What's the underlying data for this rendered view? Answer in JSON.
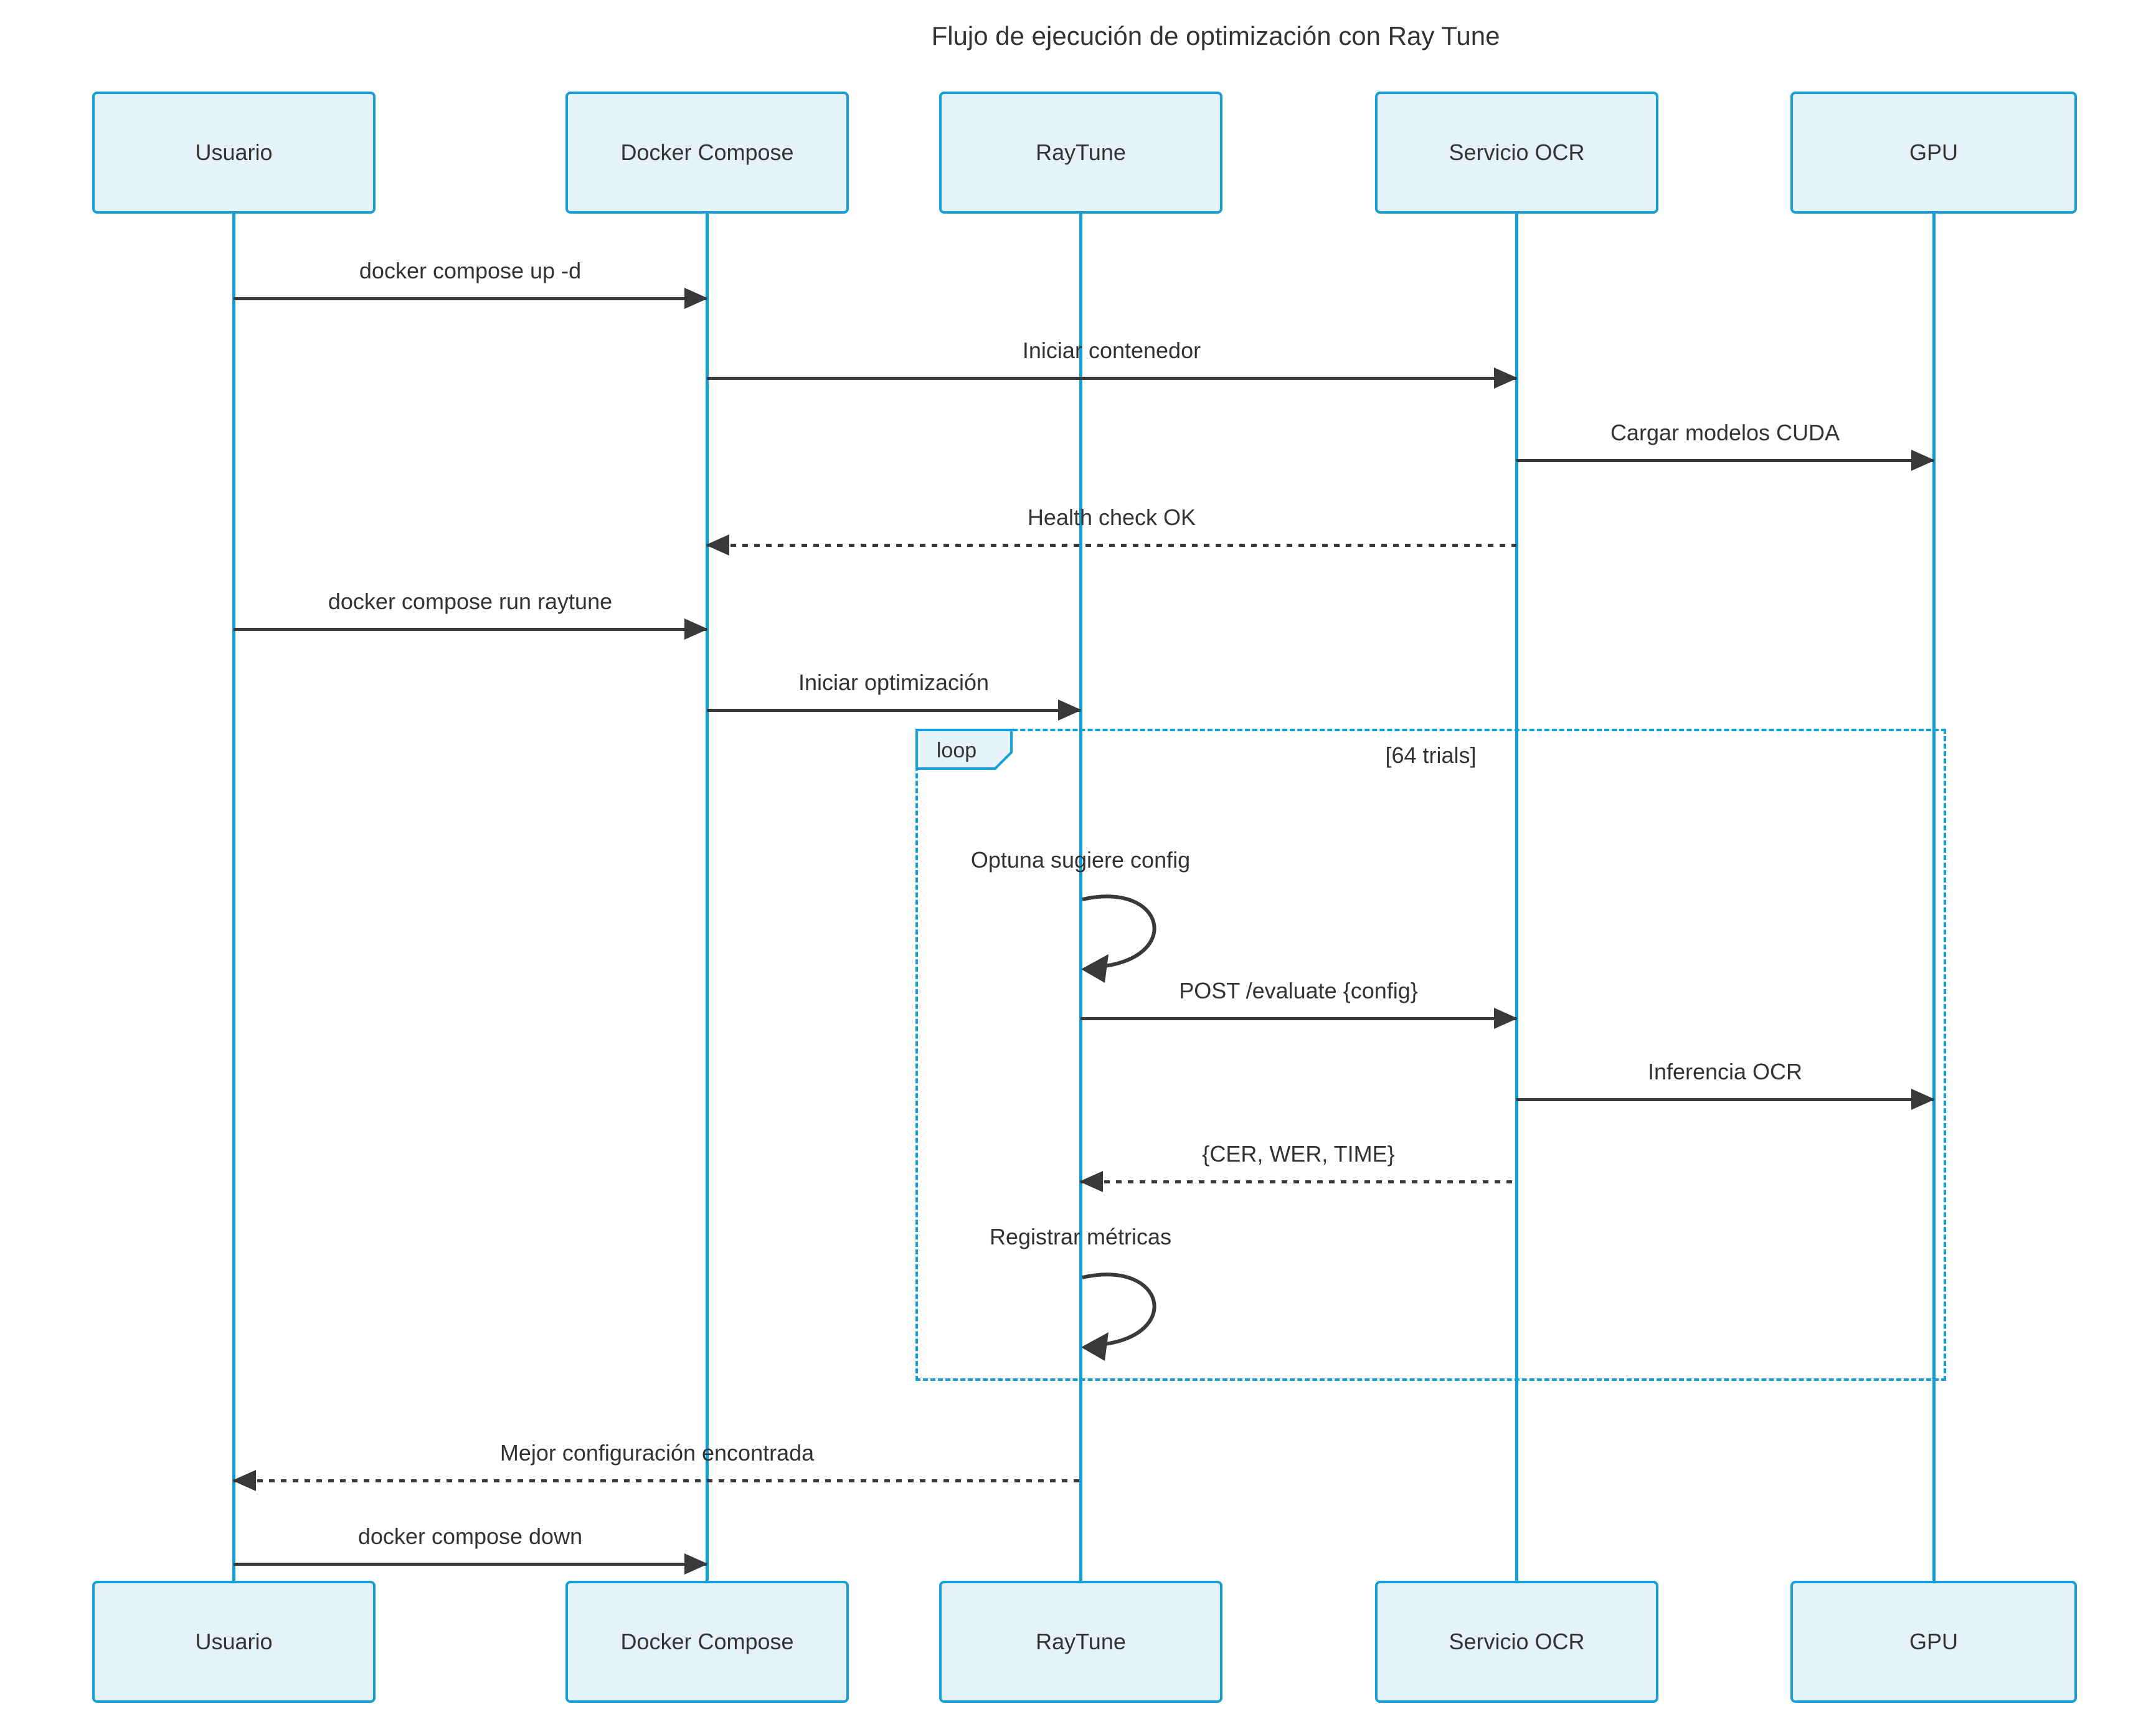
{
  "title": "Flujo de ejecución de optimización con Ray Tune",
  "diagram_type": "sequence",
  "actors": [
    {
      "id": "usuario",
      "name": "Usuario"
    },
    {
      "id": "docker-compose",
      "name": "Docker Compose"
    },
    {
      "id": "raytune",
      "name": "RayTune"
    },
    {
      "id": "servicio-ocr",
      "name": "Servicio OCR"
    },
    {
      "id": "gpu",
      "name": "GPU"
    }
  ],
  "loop": {
    "label": "loop",
    "condition": "[64 trials]"
  },
  "messages": [
    {
      "from": "Usuario",
      "to": "Docker Compose",
      "label": "docker compose up -d",
      "type": "solid"
    },
    {
      "from": "Docker Compose",
      "to": "Servicio OCR",
      "label": "Iniciar contenedor",
      "type": "solid"
    },
    {
      "from": "Servicio OCR",
      "to": "GPU",
      "label": "Cargar modelos CUDA",
      "type": "solid"
    },
    {
      "from": "Servicio OCR",
      "to": "Docker Compose",
      "label": "Health check OK",
      "type": "dashed"
    },
    {
      "from": "Usuario",
      "to": "Docker Compose",
      "label": "docker compose run raytune",
      "type": "solid"
    },
    {
      "from": "Docker Compose",
      "to": "RayTune",
      "label": "Iniciar optimización",
      "type": "solid"
    },
    {
      "from": "RayTune",
      "to": "RayTune",
      "label": "Optuna sugiere config",
      "type": "self"
    },
    {
      "from": "RayTune",
      "to": "Servicio OCR",
      "label": "POST /evaluate {config}",
      "type": "solid"
    },
    {
      "from": "Servicio OCR",
      "to": "GPU",
      "label": "Inferencia OCR",
      "type": "solid"
    },
    {
      "from": "Servicio OCR",
      "to": "RayTune",
      "label": "{CER, WER, TIME}",
      "type": "dashed"
    },
    {
      "from": "RayTune",
      "to": "RayTune",
      "label": "Registrar métricas",
      "type": "self"
    },
    {
      "from": "RayTune",
      "to": "Usuario",
      "label": "Mejor configuración encontrada",
      "type": "dashed"
    },
    {
      "from": "Usuario",
      "to": "Docker Compose",
      "label": "docker compose down",
      "type": "solid"
    }
  ],
  "colors": {
    "background": "#ffffff",
    "actor_fill": "#e6f2f9",
    "actor_border": "#159fd4",
    "lifeline": "#0f9fd6",
    "loop_border": "#0f9fd6",
    "text": "#333333",
    "arrow": "#393939"
  }
}
